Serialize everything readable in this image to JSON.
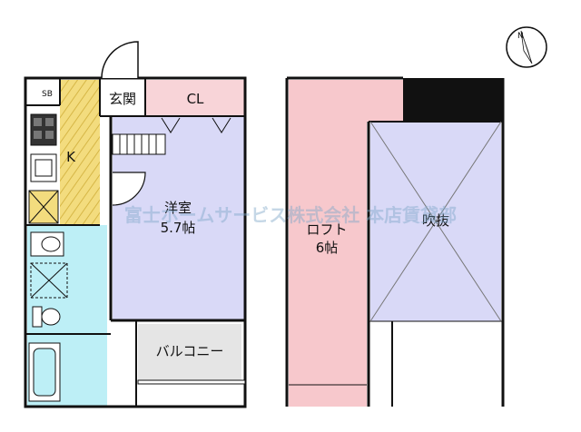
{
  "floor_plan": {
    "lower_floor": {
      "rooms": [
        {
          "key": "sb",
          "label": "SB"
        },
        {
          "key": "entrance",
          "label": "玄関"
        },
        {
          "key": "closet",
          "label": "CL"
        },
        {
          "key": "kitchen",
          "label": "K"
        },
        {
          "key": "western_room",
          "label": "洋室",
          "area": "5.7帖"
        },
        {
          "key": "balcony",
          "label": "バルコニー"
        }
      ]
    },
    "upper_floor": {
      "rooms": [
        {
          "key": "loft",
          "label": "ロフト",
          "area": "6帖"
        },
        {
          "key": "void",
          "label": "吹抜"
        }
      ]
    },
    "compass": {
      "label": "N"
    },
    "watermark": "富士ホームサービス株式会社 本店賃貸部",
    "colors": {
      "kitchen": "#f3dc7e",
      "western_room": "#d9d9f7",
      "closet": "#f8d4d8",
      "wet_area": "#bdeff6",
      "balcony": "#e5e5e5",
      "loft": "#f7c8cc",
      "void": "#d9d9f7",
      "wall": "#111111"
    }
  }
}
